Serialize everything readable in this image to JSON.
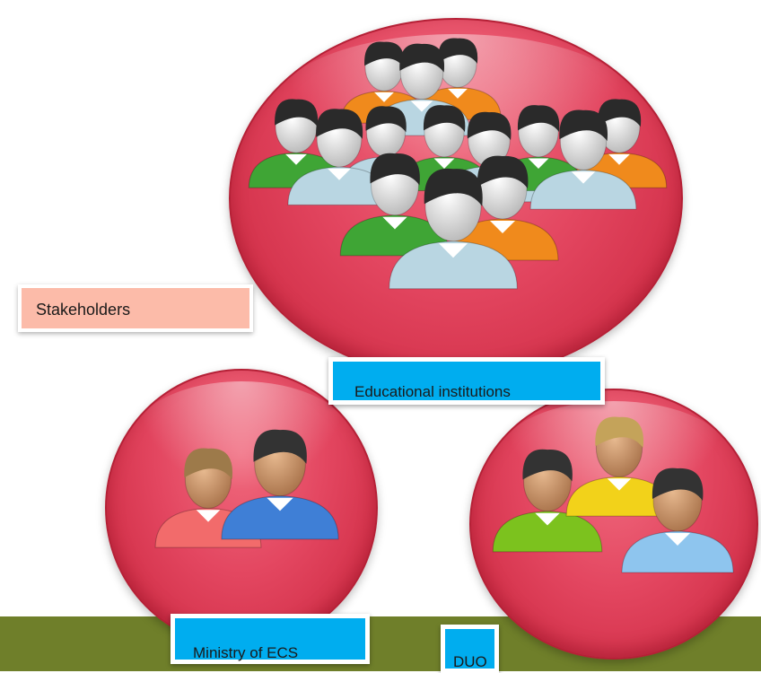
{
  "title": "Stakeholders",
  "groups": [
    {
      "label": "Educational institutions",
      "icon": "user-group-icon"
    },
    {
      "label": "Ministry of ECS",
      "icon": "user-pair-icon"
    },
    {
      "label": "DUO",
      "icon": "user-trio-icon"
    }
  ],
  "colors": {
    "bubble": "#e34660",
    "label_box": "#00adef",
    "title_box": "#fcbba9",
    "footer_band": "#6f7f2a"
  }
}
